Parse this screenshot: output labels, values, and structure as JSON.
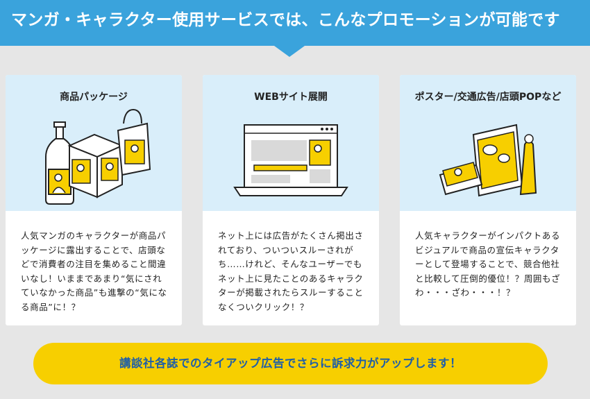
{
  "header": {
    "title": "マンガ・キャラクター使用サービスでは、こんなプロモーションが可能です"
  },
  "cards": [
    {
      "title": "商品パッケージ",
      "illustration_icon": "package-illustration-icon",
      "description": "人気マンガのキャラクターが商品パッケージに露出することで、店頭などで消費者の注目を集めること間違いなし！いままであまり“気にされていなかった商品”も進撃の“気になる商品”に！？"
    },
    {
      "title": "WEBサイト展開",
      "illustration_icon": "laptop-website-illustration-icon",
      "description": "ネット上には広告がたくさん掲出されており、ついついスルーされがち……けれど、そんなユーザーでもネット上に見たことのあるキャラクターが掲載されたらスルーすることなくついクリック！？"
    },
    {
      "title": "ポスター/交通広告/店頭POPなど",
      "illustration_icon": "poster-popup-illustration-icon",
      "description": "人気キャラクターがインパクトあるビジュアルで商品の宣伝キャラクターとして登場することで、競合他社と比較して圧倒的優位！？周囲もざわ・・・ざわ・・・！？"
    }
  ],
  "cta": {
    "label": "講談社各誌でのタイアップ広告でさらに訴求力がアップします！"
  },
  "colors": {
    "banner": "#3aa3dc",
    "card_top": "#d9eefa",
    "accent_yellow": "#f7cf00",
    "cta_text": "#1f5fa8",
    "background": "#e6e6e6"
  }
}
